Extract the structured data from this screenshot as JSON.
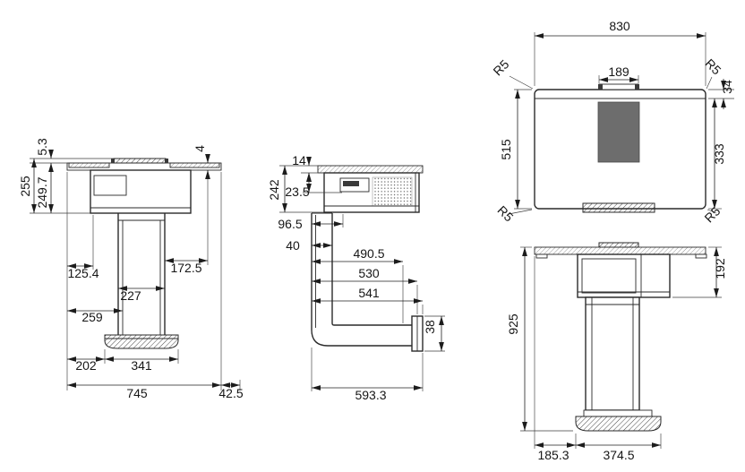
{
  "front_view": {
    "plug_height": "5.3",
    "overall_height": "255",
    "height_below_top": "249.7",
    "top_thickness": "4",
    "offset_left": "125.4",
    "offset_right": "172.5",
    "column_width": "227",
    "column_offset": "259",
    "base_offset": "202",
    "base_width": "341",
    "overall_width": "745",
    "side_offset": "42.5"
  },
  "side_view": {
    "top_edge": "14",
    "overall_depth": "242",
    "control_inset": "23.5",
    "duct_inset": "96.5",
    "duct_width": "40",
    "length_a": "490.5",
    "length_b": "530",
    "length_c": "541",
    "duct_height": "38",
    "overall_length": "593.3"
  },
  "top_view": {
    "overall_width": "830",
    "cable_gland_width": "189",
    "edge_inset": "34",
    "overall_depth": "515",
    "inner_depth": "333",
    "corner_radius_top_left": "R5",
    "corner_radius_top_right": "R5",
    "corner_radius_bottom_left": "R5",
    "corner_radius_bottom_right": "R5"
  },
  "rear_view": {
    "housing_height": "192",
    "extended_height": "925",
    "base_offset": "185.3",
    "base_width": "374.5"
  }
}
